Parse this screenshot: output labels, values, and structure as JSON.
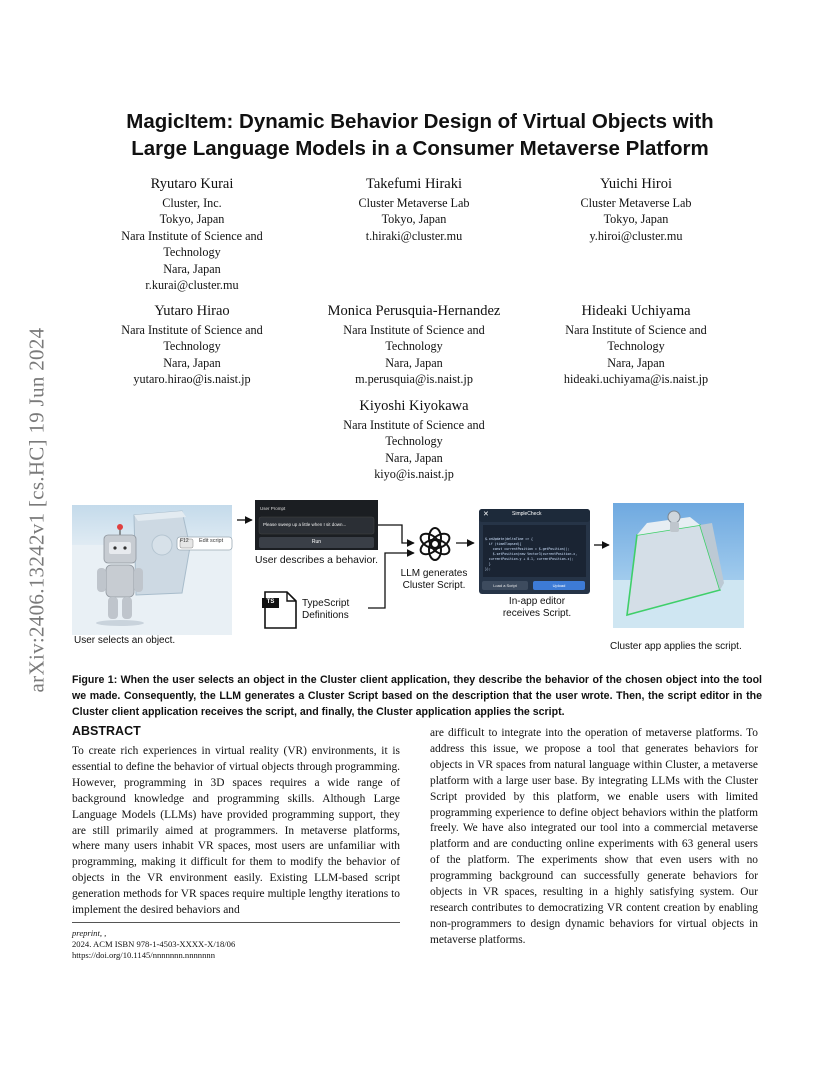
{
  "arxiv_id": "arXiv:2406.13242v1  [cs.HC]  19 Jun 2024",
  "title_lines": [
    "MagicItem: Dynamic Behavior Design of Virtual Objects with",
    "Large Language Models in a Consumer Metaverse Platform"
  ],
  "authors": [
    {
      "name": "Ryutaro Kurai",
      "lines": [
        "Cluster, Inc.",
        "Tokyo, Japan",
        "Nara Institute of Science and",
        "Technology",
        "Nara, Japan",
        "r.kurai@cluster.mu"
      ]
    },
    {
      "name": "Takefumi Hiraki",
      "lines": [
        "Cluster Metaverse Lab",
        "Tokyo, Japan",
        "t.hiraki@cluster.mu"
      ]
    },
    {
      "name": "Yuichi Hiroi",
      "lines": [
        "Cluster Metaverse Lab",
        "Tokyo, Japan",
        "y.hiroi@cluster.mu"
      ]
    },
    {
      "name": "Yutaro Hirao",
      "lines": [
        "Nara Institute of Science and",
        "Technology",
        "Nara, Japan",
        "yutaro.hirao@is.naist.jp"
      ]
    },
    {
      "name": "Monica Perusquia-Hernandez",
      "lines": [
        "Nara Institute of Science and",
        "Technology",
        "Nara, Japan",
        "m.perusquia@is.naist.jp"
      ]
    },
    {
      "name": "Hideaki Uchiyama",
      "lines": [
        "Nara Institute of Science and",
        "Technology",
        "Nara, Japan",
        "hideaki.uchiyama@is.naist.jp"
      ]
    },
    {
      "name": "Kiyoshi Kiyokawa",
      "lines": [
        "Nara Institute of Science and",
        "Technology",
        "Nara, Japan",
        "kiyo@is.naist.jp"
      ]
    }
  ],
  "figure": {
    "user_selects": "User selects an object.",
    "edit_script_key": "F12",
    "edit_script": "Edit script",
    "user_prompt_title": "User Prompt",
    "user_prompt_text": "Please sweep up a little when I sit down...",
    "run_button": "Run",
    "user_describes": "User describes a behavior.",
    "llm_line1": "LLM generates",
    "llm_line2": "Cluster Script.",
    "ts_badge": "TS",
    "ts_line1": "TypeScript",
    "ts_line2": "Definitions",
    "editor_title": "SimpleCheck",
    "editor_code": [
      "$.onUpdate(deltaTime => {",
      "  if (timeElapsed){",
      "    const currentPosition = $.getPosition();",
      "    $.setPosition(new Vector3(currentPosition.x,",
      "  currentPosition.y + 0.1, currentPosition.z);",
      "  }",
      "});"
    ],
    "editor_btn_left": "Load a Script",
    "editor_btn_right": "Upload",
    "inapp_line1": "In-app editor",
    "inapp_line2": "receives Script.",
    "cluster_applies": "Cluster app applies the script."
  },
  "caption": "Figure 1: When the user selects an object in the Cluster client application, they describe the behavior of the chosen object into the tool we made. Consequently, the LLM generates a Cluster Script based on the description that the user wrote. Then, the script editor in the Cluster client application receives the script, and finally, the Cluster application applies the script.",
  "abstract_heading": "ABSTRACT",
  "abstract_left": "To create rich experiences in virtual reality (VR) environments, it is essential to define the behavior of virtual objects through programming. However, programming in 3D spaces requires a wide range of background knowledge and programming skills. Although Large Language Models (LLMs) have provided programming support, they are still primarily aimed at programmers. In metaverse platforms, where many users inhabit VR spaces, most users are unfamiliar with programming, making it difficult for them to modify the behavior of objects in the VR environment easily. Existing LLM-based script generation methods for VR spaces require multiple lengthy iterations to implement the desired behaviors and",
  "abstract_right": "are difficult to integrate into the operation of metaverse platforms. To address this issue, we propose a tool that generates behaviors for objects in VR spaces from natural language within Cluster, a metaverse platform with a large user base. By integrating LLMs with the Cluster Script provided by this platform, we enable users with limited programming experience to define object behaviors within the platform freely. We have also integrated our tool into a commercial metaverse platform and are conducting online experiments with 63 general users of the platform. The experiments show that even users with no programming background can successfully generate behaviors for objects in VR spaces, resulting in a highly satisfying system. Our research contributes to democratizing VR content creation by enabling non-programmers to design dynamic behaviors for virtual objects in metaverse platforms.",
  "footnote": {
    "preprint": "preprint, ,",
    "isbn": "2024. ACM ISBN 978-1-4503-XXXX-X/18/06",
    "doi": "https://doi.org/10.1145/nnnnnnn.nnnnnnn"
  }
}
